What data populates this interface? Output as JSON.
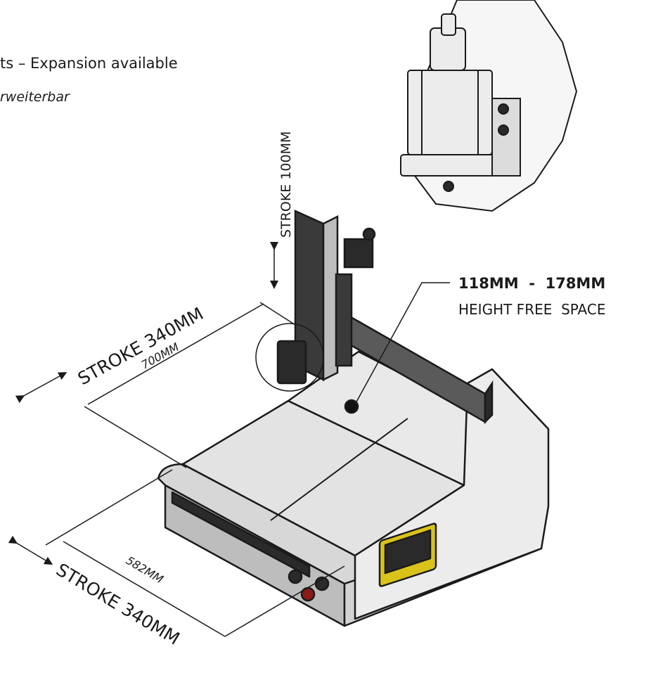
{
  "header": {
    "line1": "ts – Expansion available",
    "line2": "rweiterbar"
  },
  "labels": {
    "stroke_z": "STROKE 100MM",
    "stroke_y": "STROKE 340MM",
    "width_y": "700MM",
    "stroke_x": "STROKE 340MM",
    "width_x": "582MM",
    "height_range": "118MM  -  178MM",
    "height_caption": "HEIGHT FREE  SPACE"
  },
  "colors": {
    "line": "#1a1a1a",
    "body_fill": "#e6e6e6",
    "body_shade": "#bdbdbd",
    "dark": "#2a2a2a",
    "accent": "#d9c21a"
  }
}
